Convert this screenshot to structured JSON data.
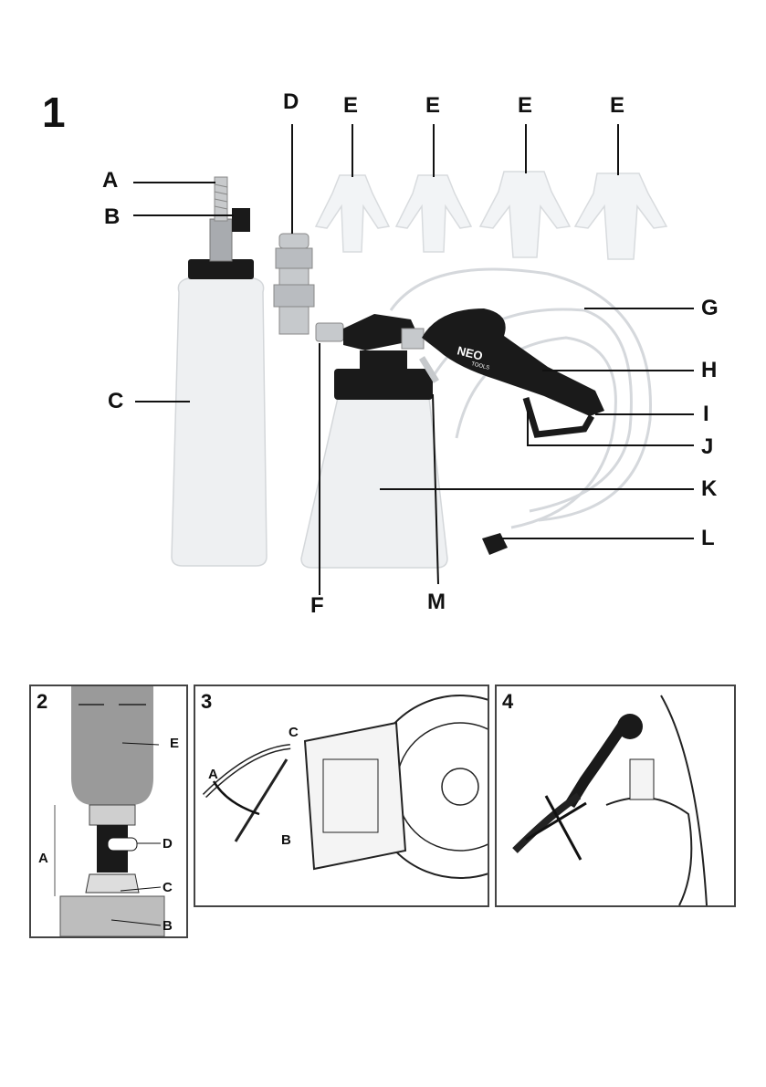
{
  "figure1": {
    "number": "1",
    "labels": {
      "A": "A",
      "B": "B",
      "C": "C",
      "D": "D",
      "E1": "E",
      "E2": "E",
      "E3": "E",
      "E4": "E",
      "F": "F",
      "G": "G",
      "H": "H",
      "I": "I",
      "J": "J",
      "K": "K",
      "L": "L",
      "M": "M"
    },
    "brand": "NEO",
    "brand_sub": "TOOLS"
  },
  "figure2": {
    "number": "2",
    "labels": {
      "A": "A",
      "B": "B",
      "C": "C",
      "D": "D",
      "E": "E"
    }
  },
  "figure3": {
    "number": "3",
    "labels": {
      "A": "A",
      "B": "B",
      "C": "C"
    }
  },
  "figure4": {
    "number": "4"
  },
  "colors": {
    "plastic": "#eef0f2",
    "black": "#1a1a1a",
    "steel": "#b9bcc0",
    "line": "#111111"
  }
}
